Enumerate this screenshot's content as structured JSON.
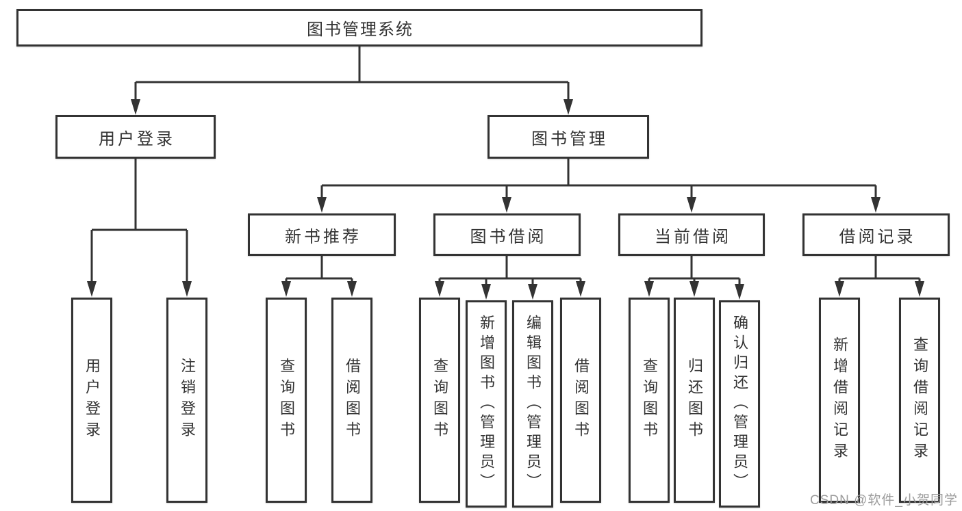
{
  "diagram": {
    "root": {
      "label": "图书管理系统"
    },
    "branches": [
      {
        "label": "用户登录"
      },
      {
        "label": "图书管理"
      }
    ],
    "modules": [
      {
        "label": "新书推荐"
      },
      {
        "label": "图书借阅"
      },
      {
        "label": "当前借阅"
      },
      {
        "label": "借阅记录"
      }
    ],
    "leaves": [
      {
        "label": "用户登录"
      },
      {
        "label": "注销登录"
      },
      {
        "label": "查询图书"
      },
      {
        "label": "借阅图书"
      },
      {
        "label": "查询图书"
      },
      {
        "label": "新增图书（管理员）"
      },
      {
        "label": "编辑图书（管理员）"
      },
      {
        "label": "借阅图书"
      },
      {
        "label": "查询图书"
      },
      {
        "label": "归还图书"
      },
      {
        "label": "确认归还（管理员）"
      },
      {
        "label": "新增借阅记录"
      },
      {
        "label": "查询借阅记录"
      }
    ]
  },
  "watermark": {
    "text": "CSDN @软件_小贺同学"
  },
  "colors": {
    "line": "#333333",
    "text": "#333333",
    "background": "#ffffff",
    "watermark": "#9c9c9c"
  }
}
